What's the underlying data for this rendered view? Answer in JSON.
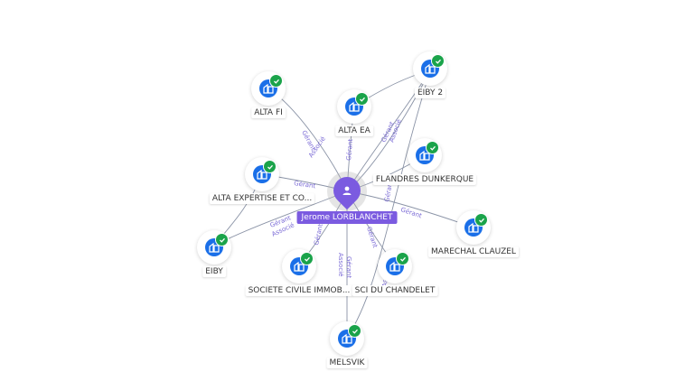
{
  "center": {
    "name": "Jerome LORBLANCHET",
    "icon": "person-icon",
    "color": "#7b5be0"
  },
  "companies": [
    {
      "id": "alta-fi",
      "name": "ALTA FI",
      "icon": "building-icon"
    },
    {
      "id": "alta-ea",
      "name": "ALTA EA",
      "icon": "building-icon"
    },
    {
      "id": "eiby-2",
      "name": "EIBY 2",
      "icon": "building-icon"
    },
    {
      "id": "alta-expertise",
      "name": "ALTA EXPERTISE ET CO...",
      "icon": "building-icon"
    },
    {
      "id": "flandres-dunkerque",
      "name": "FLANDRES DUNKERQUE",
      "icon": "building-icon"
    },
    {
      "id": "marechal-clauzel",
      "name": "MARECHAL CLAUZEL",
      "icon": "building-icon"
    },
    {
      "id": "eiby",
      "name": "EIBY",
      "icon": "building-icon"
    },
    {
      "id": "societe-civile",
      "name": "SOCIETE CIVILE IMMOB...",
      "icon": "building-icon"
    },
    {
      "id": "sci-du-chandelet",
      "name": "SCI DU CHANDELET",
      "icon": "building-icon"
    },
    {
      "id": "melsvik",
      "name": "MELSVIK",
      "icon": "building-icon"
    }
  ],
  "edge_labels": {
    "alta_fi": [
      "Gérant",
      "Associé"
    ],
    "alta_ea": [
      "Gérant"
    ],
    "eiby_2": [
      "Gérant",
      "Associé"
    ],
    "alta_expertise": [
      "Gérant"
    ],
    "flandres": [
      "Gérant"
    ],
    "marechal": [
      "Gérant"
    ],
    "eiby": [
      "Gérant",
      "Associé"
    ],
    "societe_civile": [
      "Gérant"
    ],
    "sci_chandelet": [
      "Gérant"
    ],
    "melsvik": [
      "Gérant",
      "Associé"
    ],
    "melsvik_2": [
      "Associé"
    ]
  },
  "colors": {
    "node": "#1a6fe8",
    "verified": "#1aa34a",
    "edge": "#7f8aa0",
    "edge_label": "#7b6bd6"
  }
}
